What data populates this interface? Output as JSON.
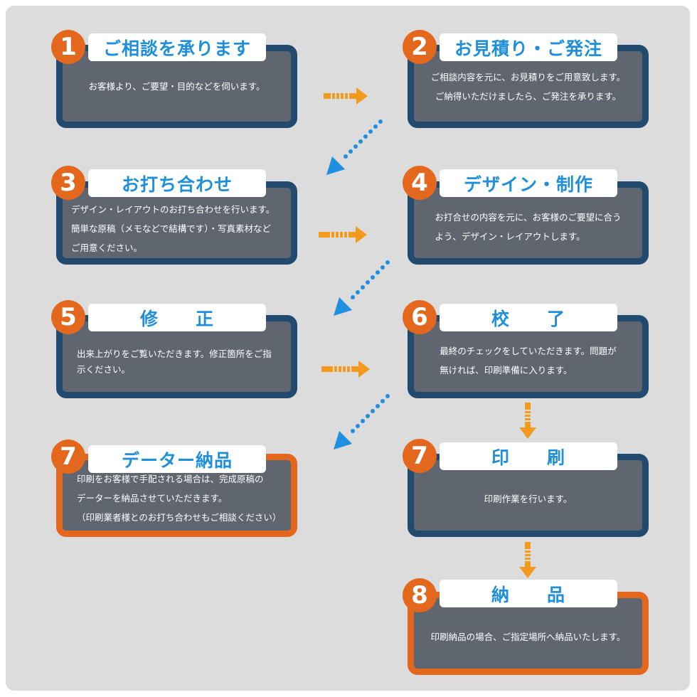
{
  "steps": [
    {
      "number": "1",
      "title": "ご相談を承ります",
      "lines": [
        "お客様より、ご要望・目的などを伺います。"
      ]
    },
    {
      "number": "2",
      "title": "お見積り・ご発注",
      "lines": [
        "ご相談内容を元に、お見積りをご用意致します。",
        "ご納得いただけましたら、ご発注を承ります。"
      ]
    },
    {
      "number": "3",
      "title": "お打ち合わせ",
      "lines": [
        "デザイン・レイアウトのお打ち合わせを行います。",
        "簡単な原稿（メモなどで結構です）・写真素材など",
        "ご用意ください。"
      ]
    },
    {
      "number": "4",
      "title": "デザイン・制作",
      "lines": [
        "お打合せの内容を元に、お客様のご要望に合う",
        "よう、デザイン・レイアウトします。"
      ]
    },
    {
      "number": "5",
      "title": "修　　正",
      "lines": [
        "出来上がりをご覧いただきます。修正箇所をご指",
        "示ください。"
      ]
    },
    {
      "number": "6",
      "title": "校　　了",
      "lines": [
        "最終のチェックをしていただきます。問題が",
        "無ければ、印刷準備に入ります。"
      ]
    },
    {
      "number": "7",
      "title": "データー納品",
      "lines": [
        "印刷をお客様で手配される場合は、完成原稿の",
        "データーを納品させていただきます。",
        "（印刷業者様とのお打ち合わせもご相談ください）"
      ]
    },
    {
      "number": "7",
      "title": "印　　刷",
      "lines": [
        "印刷作業を行います。"
      ]
    },
    {
      "number": "8",
      "title": "納　　品",
      "lines": [
        "印刷納品の場合、ご指定場所へ納品いたします。"
      ]
    }
  ],
  "colors": {
    "blue_border": "#224a6e",
    "orange_border": "#e4671e",
    "card_fill": "#5f6670",
    "title_text": "#1e8fd8",
    "badge": "#e4671e",
    "arrow_orange": "#f29a1b",
    "arrow_blue": "#1f8fe0",
    "panel": "#dcdcdc"
  }
}
